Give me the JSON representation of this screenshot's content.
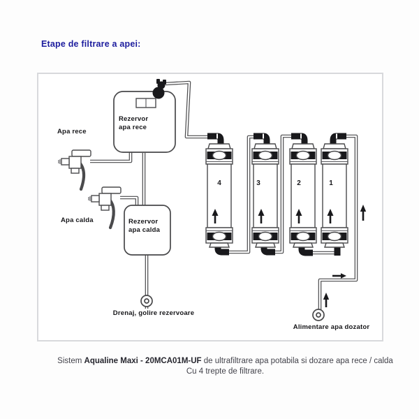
{
  "title": "Etape de filtrare a apei:",
  "diagram": {
    "labels": {
      "cold_faucet": "Apa rece",
      "hot_faucet": "Apa calda",
      "cold_tank_line1": "Rezervor",
      "cold_tank_line2": "apa rece",
      "hot_tank_line1": "Rezervor",
      "hot_tank_line2": "apa calda",
      "drain": "Drenaj, golire rezervoare",
      "feed": "Alimentare apa dozator"
    },
    "filters": [
      {
        "number": "4"
      },
      {
        "number": "3"
      },
      {
        "number": "2"
      },
      {
        "number": "1"
      }
    ]
  },
  "caption": {
    "prefix": "Sistem ",
    "bold": "Aqualine Maxi - 20MCA01M-UF",
    "suffix": " de ultrafiltrare apa potabila si dozare apa rece / calda",
    "line2": "Cu 4 trepte de filtrare."
  },
  "colors": {
    "title_blue": "#1d1d9e",
    "line_gray": "#4a4a4c",
    "fitting_black": "#19191c",
    "border_gray": "#d8d9dc"
  }
}
